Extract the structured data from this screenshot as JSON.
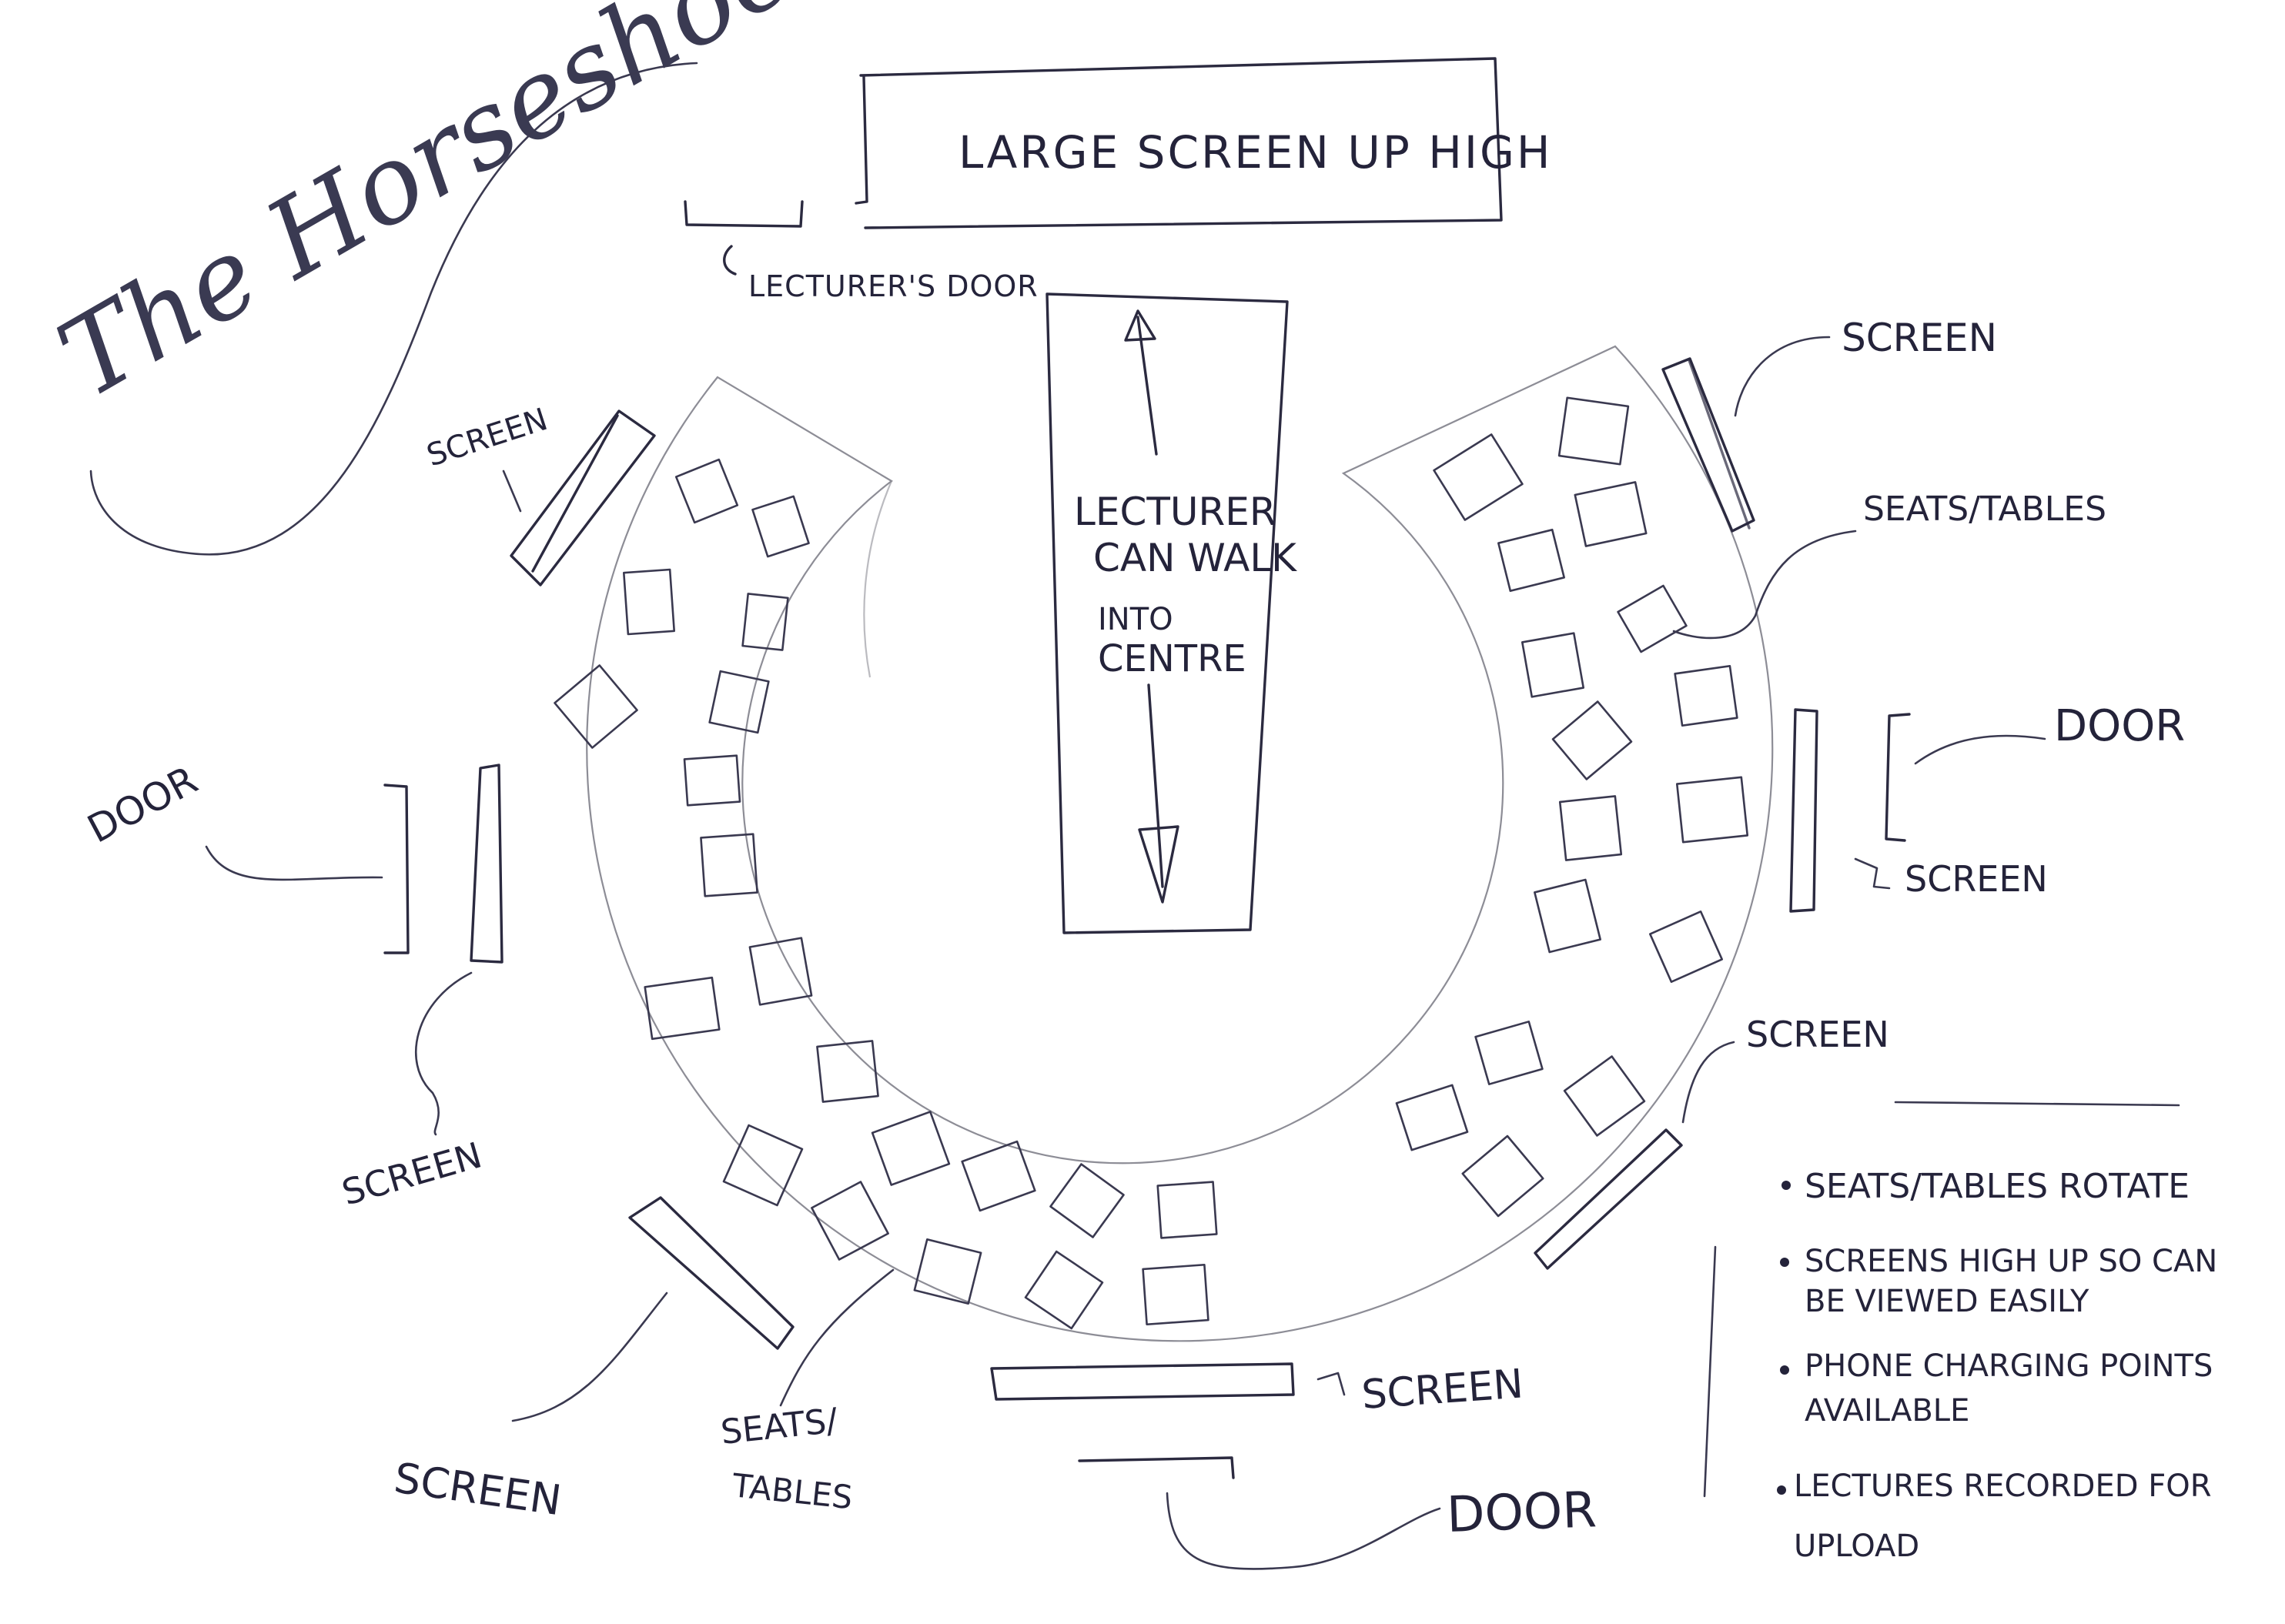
{
  "title": "The Horseshoe",
  "large_screen": "LARGE SCREEN UP HIGH",
  "lecturers_door": "LECTURER'S DOOR",
  "centre_note": [
    "LECTURER",
    "CAN WALK",
    "INTO",
    "CENTRE"
  ],
  "labels": {
    "screen_top_left": "SCREEN",
    "screen_top_right": "SCREEN",
    "seats_tables_right": "SEATS/TABLES",
    "door_right": "DOOR",
    "screen_right": "SCREEN",
    "door_left": "DOOR",
    "screen_left": "SCREEN",
    "screen_lower_right": "SCREEN",
    "screen_bottom_left": "SCREEN",
    "seats_tables_bottom_line1": "SEATS/",
    "seats_tables_bottom_line2": "TABLES",
    "screen_bottom": "SCREEN",
    "door_bottom": "DOOR"
  },
  "notes": {
    "note1": "SEATS/TABLES ROTATE",
    "note2_line1": "SCREENS HIGH UP SO CAN",
    "note2_line2": "BE VIEWED EASILY",
    "note3_line1": "PHONE CHARGING POINTS",
    "note3_line2": "AVAILABLE",
    "note4_line1": "LECTURES RECORDED FOR",
    "note4_line2": "UPLOAD"
  }
}
